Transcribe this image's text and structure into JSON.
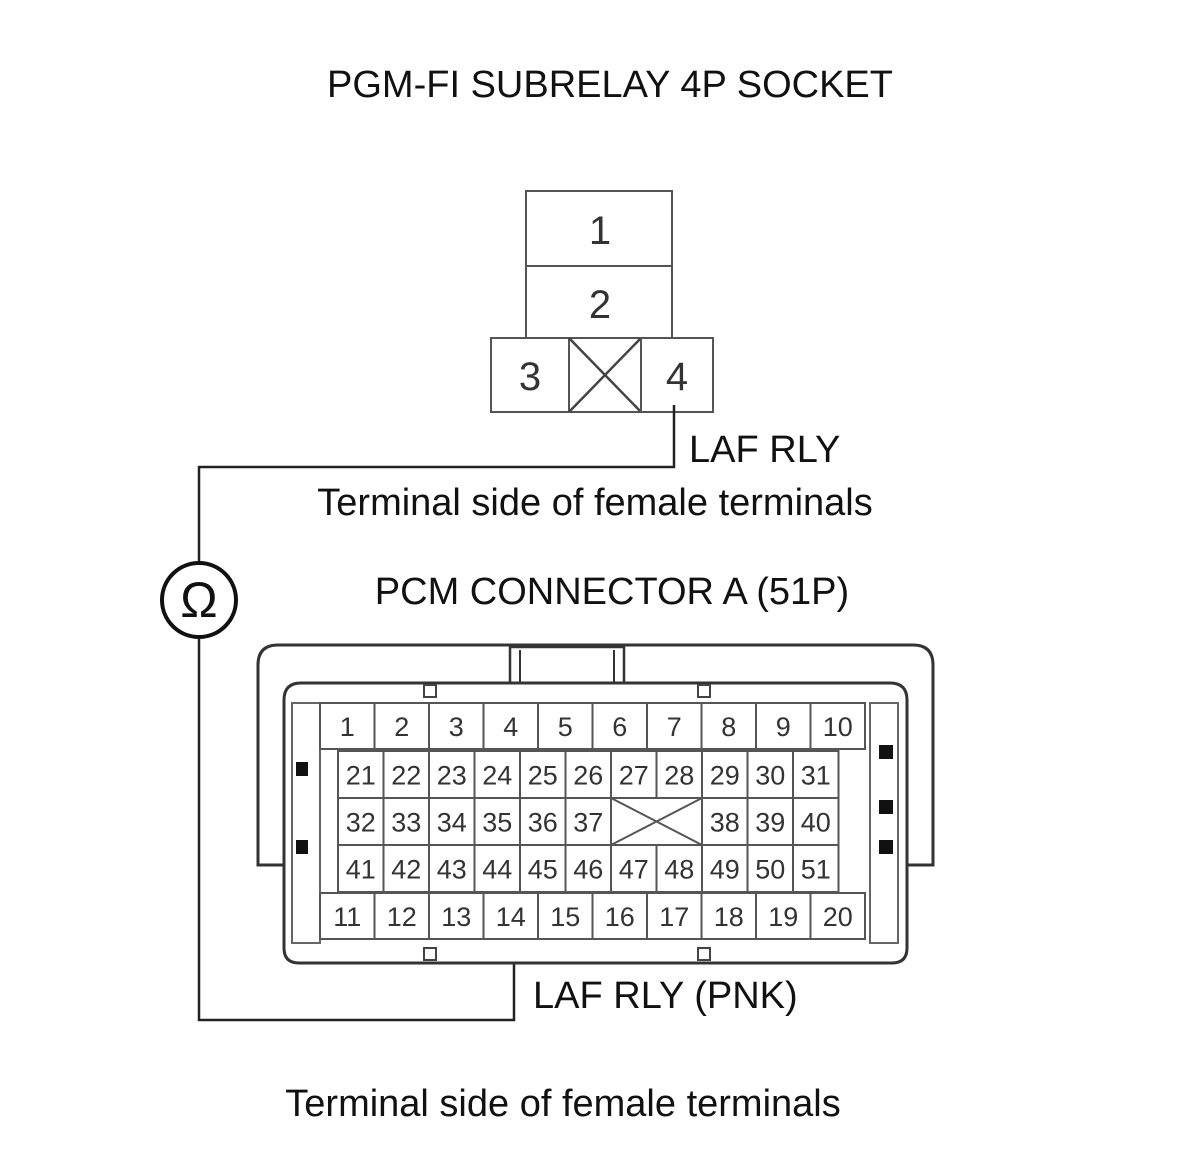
{
  "socket": {
    "title": "PGM-FI SUBRELAY 4P SOCKET",
    "pins": [
      "1",
      "2",
      "3",
      "4"
    ],
    "wire_label": "LAF RLY",
    "view_note": "Terminal side of female terminals"
  },
  "meter": {
    "symbol": "Ω",
    "icon": "ohmmeter-icon"
  },
  "pcm": {
    "title": "PCM CONNECTOR A (51P)",
    "rows": [
      [
        "1",
        "2",
        "3",
        "4",
        "5",
        "6",
        "7",
        "8",
        "9",
        "10"
      ],
      [
        "21",
        "22",
        "23",
        "24",
        "25",
        "26",
        "27",
        "28",
        "29",
        "30",
        "31"
      ],
      [
        "32",
        "33",
        "34",
        "35",
        "36",
        "37",
        "38",
        "39",
        "40"
      ],
      [
        "41",
        "42",
        "43",
        "44",
        "45",
        "46",
        "47",
        "48",
        "49",
        "50",
        "51"
      ],
      [
        "11",
        "12",
        "13",
        "14",
        "15",
        "16",
        "17",
        "18",
        "19",
        "20"
      ]
    ],
    "wire_label": "LAF RLY (PNK)",
    "view_note": "Terminal side of female terminals"
  }
}
